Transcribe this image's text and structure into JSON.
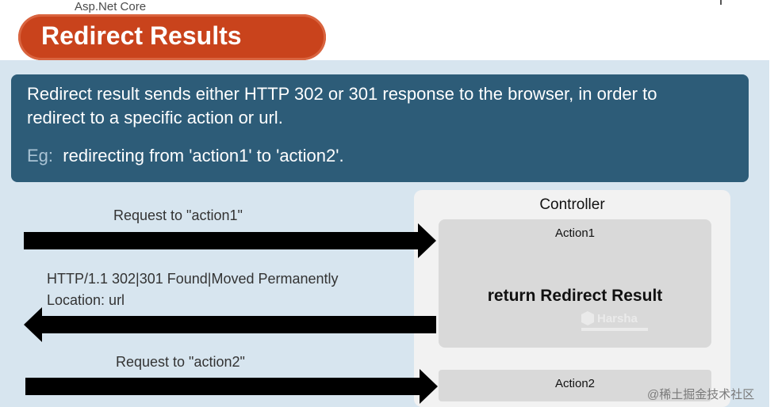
{
  "header": {
    "course_name": "Asp.Net Core",
    "title": "Redirect Results"
  },
  "info": {
    "line1": "Redirect result sends either HTTP 302 or 301 response to the browser, in order to",
    "line2": "redirect to a specific action or url.",
    "eg_prefix": "Eg:",
    "eg_text": "redirecting from 'action1' to 'action2'."
  },
  "diagram": {
    "request1": "Request to \"action1\"",
    "response_line1": "HTTP/1.1  302|301  Found|Moved Permanently",
    "response_line2": "Location: url",
    "request2": "Request to \"action2\"",
    "controller": "Controller",
    "action1": "Action1",
    "return_statement": "return  Redirect Result",
    "action2": "Action2"
  },
  "watermark": {
    "logo_text": "Harsha",
    "site_text": "@稀土掘金技术社区"
  },
  "colors": {
    "title_pill": "#c9431c",
    "info_box": "#2d5c78",
    "slide_bg": "#d7e5ef",
    "arrow": "#000000"
  }
}
